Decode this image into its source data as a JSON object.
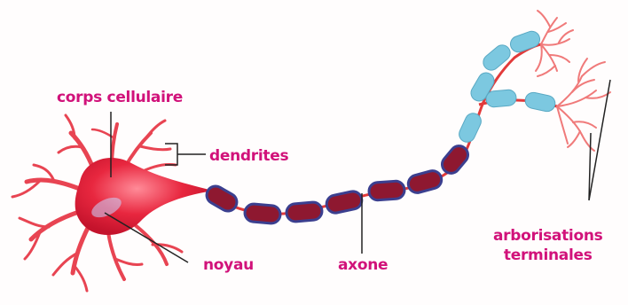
{
  "colors": {
    "label": "#d1127a",
    "soma": "#e8273f",
    "soma_light": "#f06a7a",
    "myelin_dark": "#8e1830",
    "myelin_glow": "#3b3f8f",
    "myelin_light": "#7cc8e0",
    "axon_core": "#e23a3a",
    "dendrite": "#e84452",
    "terminal_branch": "#f07a7a",
    "leader": "#222222"
  },
  "labels": {
    "corps_cellulaire": "corps cellulaire",
    "dendrites": "dendrites",
    "noyau": "noyau",
    "axone": "axone",
    "arborisations_line1": "arborisations",
    "arborisations_line2": "terminales"
  }
}
